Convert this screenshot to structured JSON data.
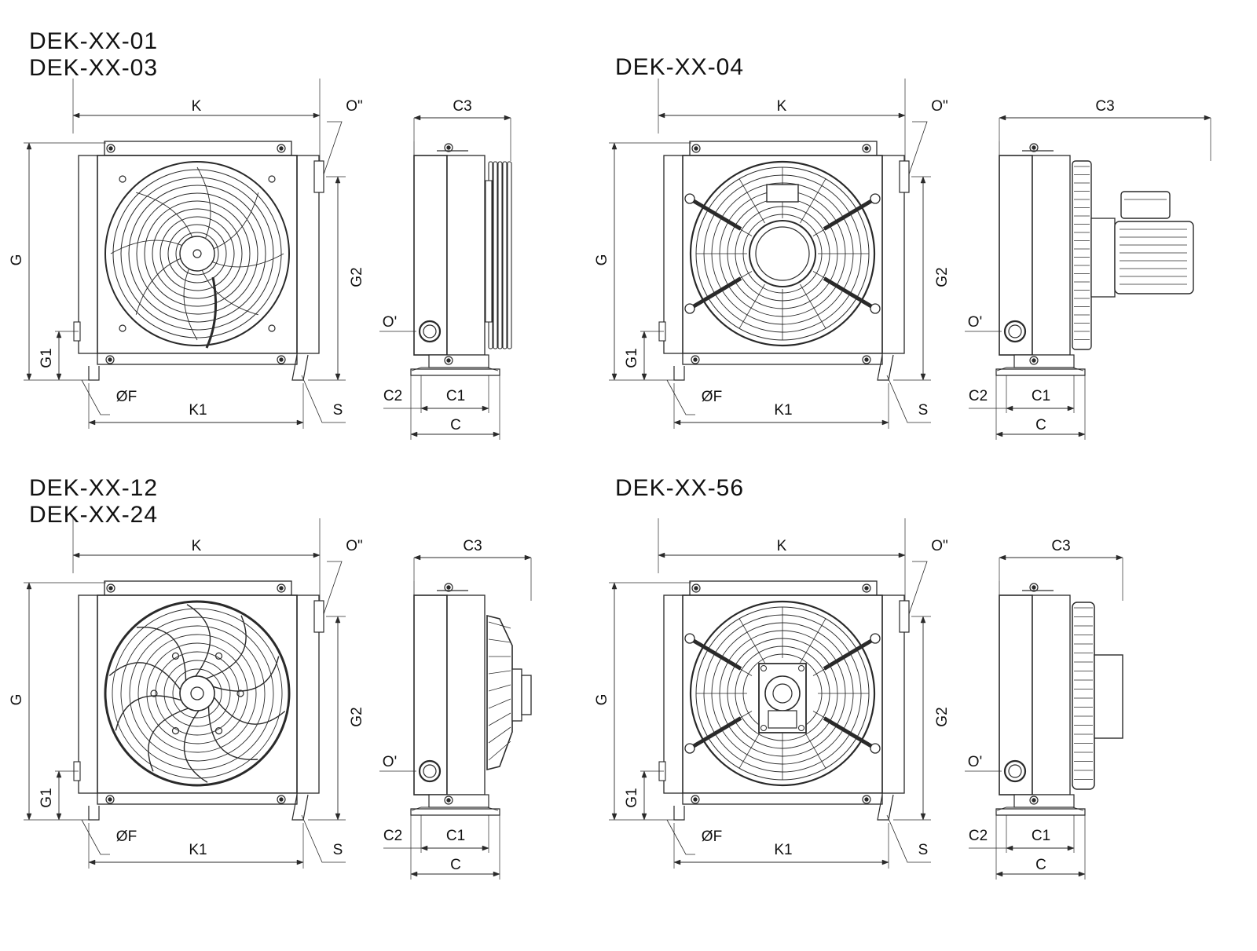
{
  "titles": {
    "tl": [
      "DEK-XX-01",
      "DEK-XX-03"
    ],
    "tr": [
      "DEK-XX-04"
    ],
    "bl": [
      "DEK-XX-12",
      "DEK-XX-24"
    ],
    "br": [
      "DEK-XX-56"
    ]
  },
  "dimension_labels": {
    "K": "K",
    "K1": "K1",
    "G": "G",
    "G1": "G1",
    "G2": "G2",
    "C": "C",
    "C1": "C1",
    "C2": "C2",
    "C3": "C3",
    "F": "ØF",
    "S": "S",
    "O_out": "O\"",
    "O_in": "O'"
  },
  "colors": {
    "line": "#2a2a2a",
    "fill": "#ffffff",
    "shadow": "#dcdcdc"
  },
  "variants": {
    "tl": {
      "fan_style": "spiral",
      "side_style": "flat"
    },
    "tr": {
      "fan_style": "grille-motor",
      "side_style": "motor"
    },
    "bl": {
      "fan_style": "blade",
      "side_style": "dome"
    },
    "br": {
      "fan_style": "grille-plate",
      "side_style": "guard"
    }
  }
}
